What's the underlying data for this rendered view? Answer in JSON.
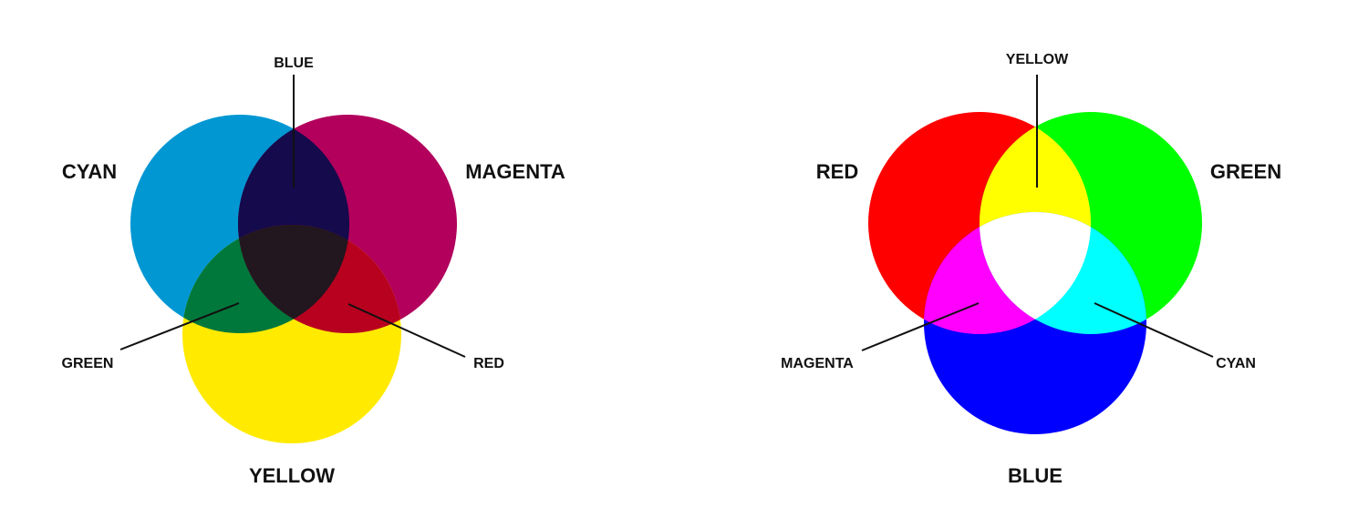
{
  "colors": {
    "cyan": "#0097D3",
    "magenta": "#B2005C",
    "yellow": "#FFEA00",
    "cyan_magenta_overlap": "#140A4C",
    "cyan_yellow_overlap": "#00773B",
    "magenta_yellow_overlap": "#B8001F",
    "cmy_center": "#22161F",
    "red": "#FF0000",
    "green": "#00FF00",
    "blue": "#0000FF",
    "red_green_overlap": "#FFFF00",
    "red_blue_overlap": "#FF00FF",
    "green_blue_overlap": "#00FFFF",
    "rgb_center": "#FFFFFF",
    "label_text": "#111111"
  },
  "subtractive": {
    "circle_labels": {
      "cyan": "CYAN",
      "magenta": "MAGENTA",
      "yellow": "YELLOW"
    },
    "overlap_labels": {
      "blue": "BLUE",
      "green": "GREEN",
      "red": "RED"
    }
  },
  "additive": {
    "circle_labels": {
      "red": "RED",
      "green": "GREEN",
      "blue": "BLUE"
    },
    "overlap_labels": {
      "yellow": "YELLOW",
      "magenta": "MAGENTA",
      "cyan": "CYAN"
    }
  }
}
